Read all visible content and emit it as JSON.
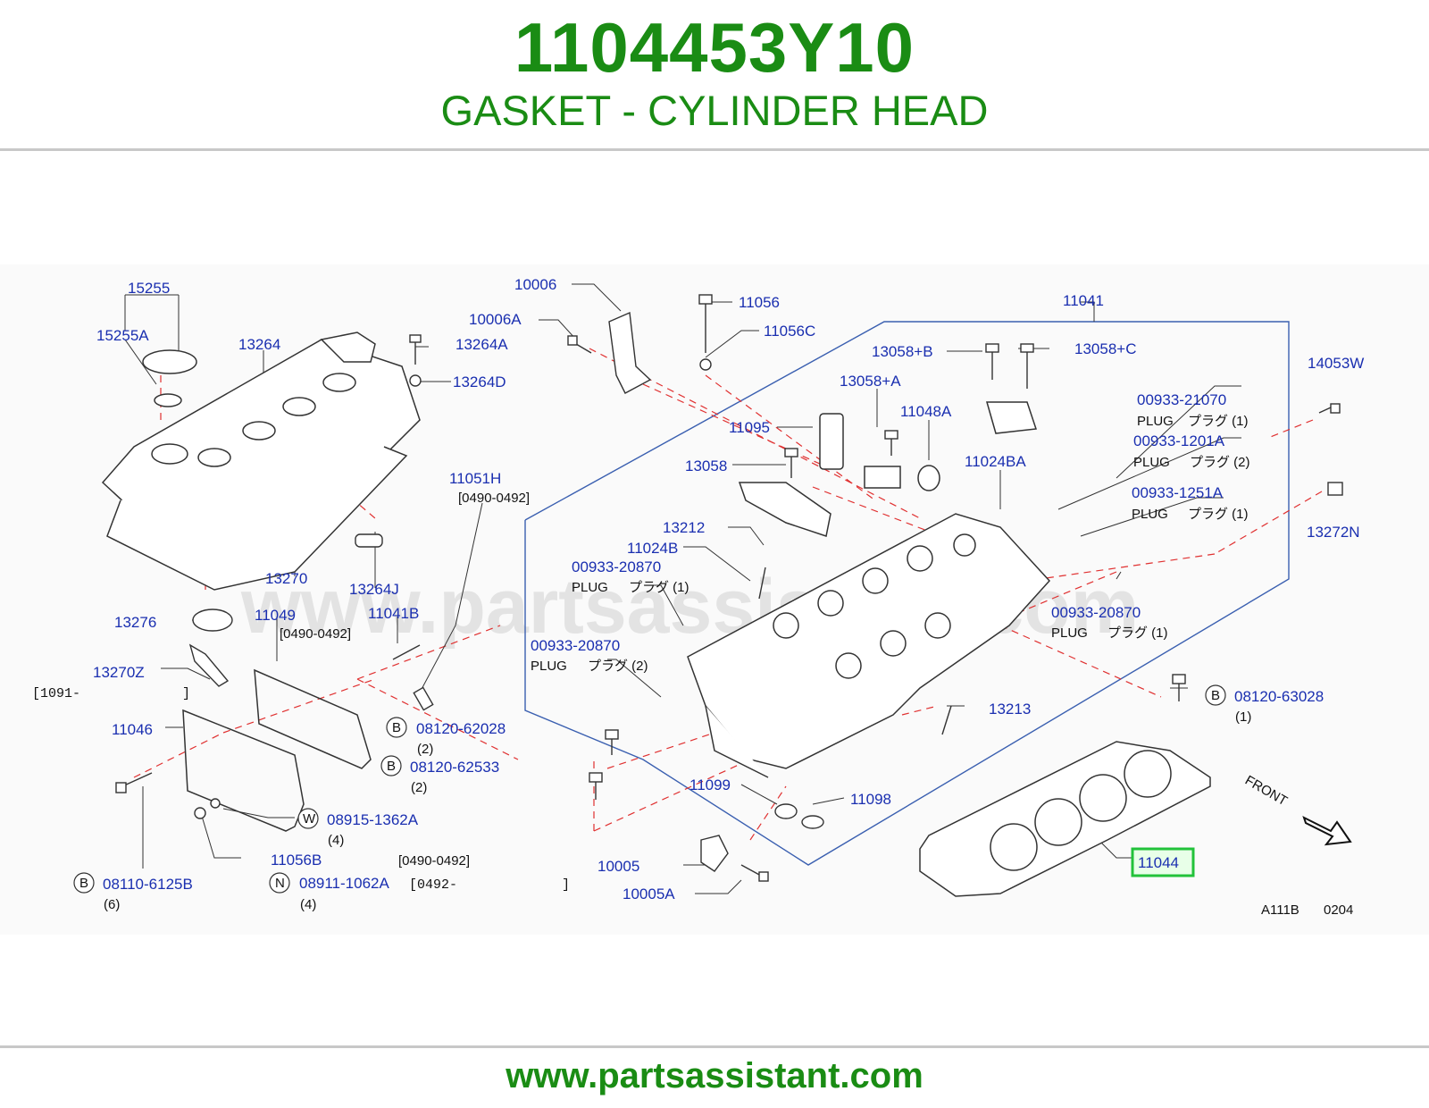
{
  "header": {
    "part_number": "1104453Y10",
    "part_name": "GASKET - CYLINDER HEAD"
  },
  "footer": {
    "url": "www.partsassistant.com"
  },
  "watermark": "www.partsassistant.com",
  "diagram": {
    "code": "A111B",
    "date_code": "0204",
    "front_label": "FRONT",
    "highlighted_part": "11044",
    "highlight_color": "#22c23a",
    "label_color": "#1a2fb0",
    "leader_color": "#e03030",
    "labels": {
      "p15255": "15255",
      "p15255A": "15255A",
      "p13264": "13264",
      "p13264A": "13264A",
      "p13264D": "13264D",
      "p10006": "10006",
      "p10006A": "10006A",
      "p11056": "11056",
      "p11056C": "11056C",
      "p11041": "11041",
      "p13058B": "13058+B",
      "p13058C": "13058+C",
      "p14053W": "14053W",
      "p13058A": "13058+A",
      "p11048A": "11048A",
      "p11095": "11095",
      "p13058": "13058",
      "p11024BA": "11024BA",
      "p00933_21070": "00933-21070",
      "p00933_1201A": "00933-1201A",
      "p00933_1251A": "00933-1251A",
      "p13272N": "13272N",
      "p11051H": "11051H",
      "p13212": "13212",
      "p11024B": "11024B",
      "p00933_20870a": "00933-20870",
      "p00933_20870b": "00933-20870",
      "p00933_20870c": "00933-20870",
      "p13270": "13270",
      "p13264J": "13264J",
      "p13276": "13276",
      "p11049": "11049",
      "p11041B": "11041B",
      "p13270Z": "13270Z",
      "p11046": "11046",
      "p08120_62028": "08120-62028",
      "p08120_62533": "08120-62533",
      "p08120_63028": "08120-63028",
      "p13213": "13213",
      "p08915_1362A": "08915-1362A",
      "p11099": "11099",
      "p11098": "11098",
      "p11056B": "11056B",
      "p08110_6125B": "08110-6125B",
      "p08911_1062A": "08911-1062A",
      "p10005": "10005",
      "p10005A": "10005A"
    },
    "notes": {
      "plug": "PLUG",
      "plug_jp_1": "プラグ (1)",
      "plug_jp_2": "プラグ (2)",
      "range_0490_0492": "[0490-0492]",
      "range_1091": "[1091-",
      "range_1091_end": "]",
      "range_0492": "[0492-",
      "range_0492_end": "]",
      "qty_1": "(1)",
      "qty_2": "(2)",
      "qty_4": "(4)",
      "qty_6": "(6)",
      "mark_B": "B",
      "mark_W": "W",
      "mark_N": "N"
    }
  }
}
